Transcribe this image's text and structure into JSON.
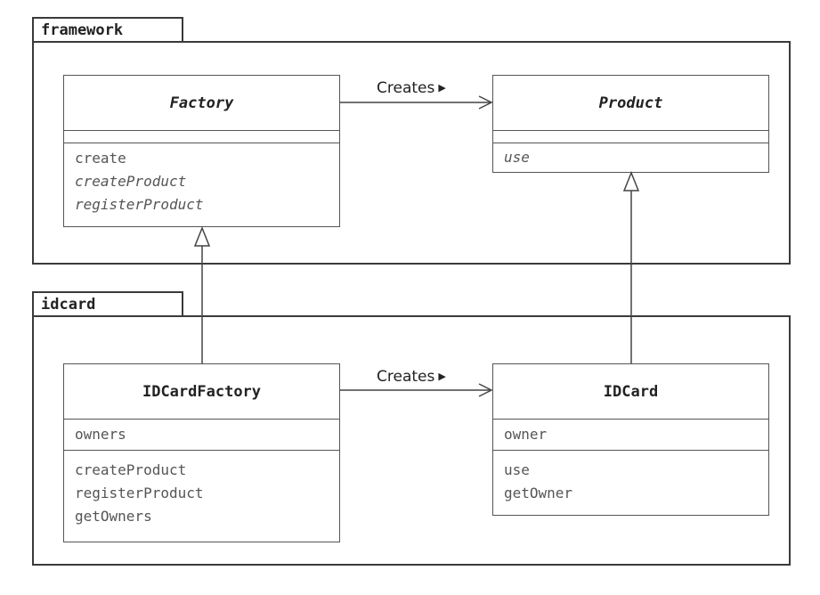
{
  "packages": {
    "framework": {
      "name": "framework"
    },
    "idcard": {
      "name": "idcard"
    }
  },
  "classes": {
    "factory": {
      "name": "Factory",
      "abstract": true,
      "attributes": [],
      "operations": [
        {
          "text": "create",
          "italic": false
        },
        {
          "text": "createProduct",
          "italic": true
        },
        {
          "text": "registerProduct",
          "italic": true
        }
      ]
    },
    "product": {
      "name": "Product",
      "abstract": true,
      "attributes": [],
      "operations": [
        {
          "text": "use",
          "italic": true
        }
      ]
    },
    "idcard_factory": {
      "name": "IDCardFactory",
      "abstract": false,
      "attributes": [
        "owners"
      ],
      "operations": [
        {
          "text": "createProduct",
          "italic": false
        },
        {
          "text": "registerProduct",
          "italic": false
        },
        {
          "text": "getOwners",
          "italic": false
        }
      ]
    },
    "idcard": {
      "name": "IDCard",
      "abstract": false,
      "attributes": [
        "owner"
      ],
      "operations": [
        {
          "text": "use",
          "italic": false
        },
        {
          "text": "getOwner",
          "italic": false
        }
      ]
    }
  },
  "associations": {
    "top_label": "Creates",
    "bottom_label": "Creates",
    "direction_glyph": "▶"
  }
}
